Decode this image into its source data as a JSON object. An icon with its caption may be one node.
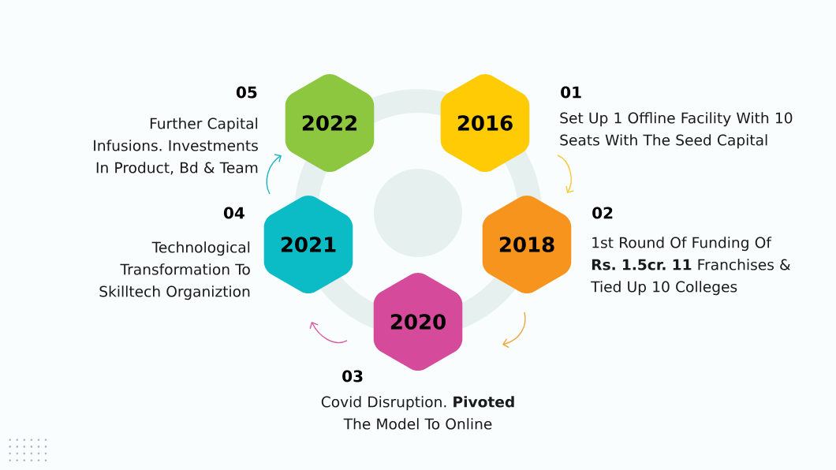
{
  "diagram": {
    "nodes": [
      {
        "text": [
          "2022"
        ],
        "beside": [
          "05",
          "Further Capital Infusions. Investments In Product, Bd & Team"
        ]
      },
      {
        "text": [
          "2016"
        ],
        "beside": [
          "01",
          "Set Up 1 Offline Facility With 10 Seats With The Seed Capital"
        ]
      },
      {
        "text": [],
        "shape": "circle"
      },
      {
        "text": [
          "2021"
        ],
        "beside": [
          "04",
          "Technological Transformation To Skilltech Organiztion"
        ]
      },
      {
        "text": [
          "2018"
        ],
        "beside": [
          "02",
          "1st Round Of Funding Of **Rs. 1.5cr. 11** Franchises & Tied Up 10 Colleges"
        ]
      },
      {
        "text": [
          "2020"
        ],
        "beside": [
          "03",
          "Covid Disruption. **Pivoted** The Model To Online"
        ]
      }
    ],
    "edges": [
      {
        "from": 1,
        "to": 4,
        "arrow": "to",
        "color": "#f7c933"
      },
      {
        "from": 4,
        "to": 5,
        "arrow": "to",
        "color": "#f0a23a"
      },
      {
        "from": 5,
        "to": 3,
        "arrow": "to",
        "color": "#d9559f"
      },
      {
        "from": 3,
        "to": 0,
        "arrow": "to",
        "color": "#1fb3c3"
      }
    ]
  }
}
